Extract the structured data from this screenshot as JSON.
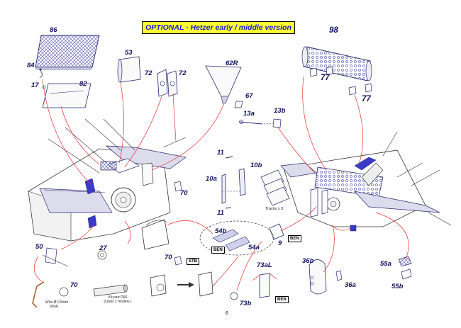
{
  "banner": "OPTIONAL - Hetzer early / middle  version",
  "page_number": "6",
  "part_numbers": {
    "p86": "86",
    "p84": "84",
    "p17": "17",
    "p82": "82",
    "p53": "53",
    "p72a": "72",
    "p72b": "72",
    "p62r": "62R",
    "p67": "67",
    "p98": "98",
    "p77a": "77",
    "p77b": "77",
    "p13a": "13a",
    "p13b": "13b",
    "p11a": "11",
    "p10a": "10a",
    "p10b": "10b",
    "p11b": "11",
    "p70a": "70",
    "p54b": "54b",
    "p54a": "54a",
    "p9": "9",
    "p50": "50",
    "p27": "27",
    "p70b": "70",
    "p70c": "70",
    "p73al": "73aL",
    "p73b": "73b",
    "p36b": "36b",
    "p36a": "36a",
    "p55a": "55a",
    "p55b": "55b"
  },
  "boxes": {
    "ben1": "BEN",
    "ben2": "BEN",
    "ben3": "BEN",
    "stb": "STB"
  },
  "notes": {
    "tracks": "Tracks x 3",
    "wire_1": "Wire Ø 0,5mm",
    "wire_2": "(drut)",
    "kit_1": "Kit part D66",
    "kit_2": "(część z modelu )"
  },
  "colors": {
    "banner_bg": "#ffff33",
    "banner_text": "#1a1ad8",
    "line_red": "#e83030",
    "part_blue": "#2c2cb8"
  }
}
